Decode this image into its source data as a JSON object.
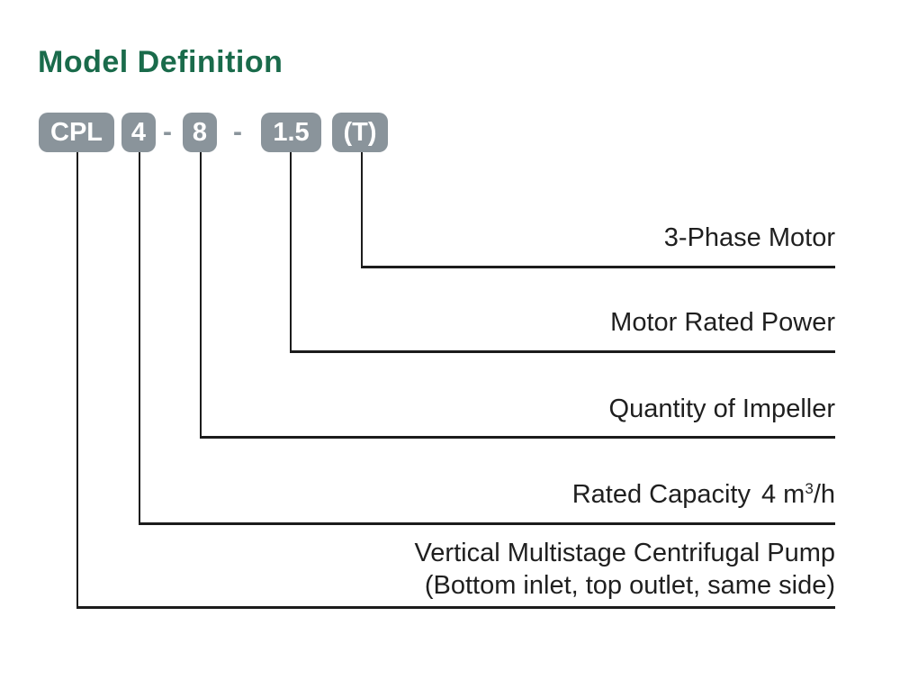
{
  "title": "Model Definition",
  "colors": {
    "accent_green": "#1a6b4b",
    "box_gray": "#8a949b",
    "box_text_white": "#ffffff",
    "line_black": "#1c1c1c",
    "label_text": "#1f1f1f",
    "background": "#ffffff"
  },
  "model_code": {
    "full_code": "CPL 4 - 8 - 1.5 (T)",
    "separator": "-",
    "segments": [
      {
        "id": "series",
        "text": "CPL"
      },
      {
        "id": "capacity",
        "text": "4"
      },
      {
        "id": "impeller",
        "text": "8"
      },
      {
        "id": "power",
        "text": "1.5"
      },
      {
        "id": "phase",
        "text": "(T)"
      }
    ]
  },
  "callouts": [
    {
      "for": "(T)",
      "label": "3-Phase Motor"
    },
    {
      "for": "1.5",
      "label": "Motor Rated Power"
    },
    {
      "for": "8",
      "label": "Quantity of Impeller"
    },
    {
      "for": "4",
      "label": "Rated Capacity",
      "value": "4 m",
      "value_superscript": "3",
      "value_unit": "/h"
    },
    {
      "for": "CPL",
      "label_line1": "Vertical Multistage Centrifugal Pump",
      "label_line2": "(Bottom inlet, top outlet, same side)"
    }
  ]
}
